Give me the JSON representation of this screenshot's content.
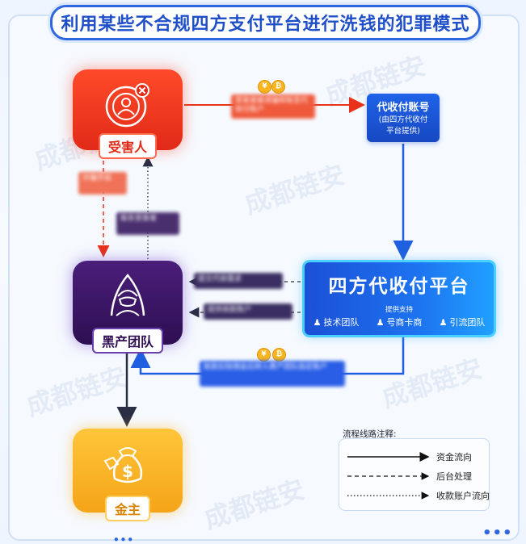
{
  "title": "利用某些不合规四方支付平台进行洗钱的犯罪模式",
  "watermark": "成都链安",
  "nodes": {
    "victim": {
      "label": "受害人",
      "icon": "victim-target-icon"
    },
    "gang": {
      "label": "黑产团队",
      "icon": "hooded-hacker-icon"
    },
    "boss": {
      "label": "金主",
      "icon": "money-bag-hand-icon"
    }
  },
  "account": {
    "title": "代收付账号",
    "subtitle_line1": "(由四方代收付",
    "subtitle_line2": "平台提供)"
  },
  "platform": {
    "title": "四方代收付平台",
    "support": "提供支持",
    "teams": [
      "技术团队",
      "号商卡商",
      "引流团队"
    ]
  },
  "blurred": {
    "victim_to_account": "受害者被诱骗转账至代收付账户",
    "victim_tag": "诈骗手段",
    "gang_to_victim": "黑产团队实施诈骗",
    "gang_up": "联系受害者",
    "platform_left_top": "提交代收需求",
    "platform_left_bottom": "提供收款账户",
    "platform_to_gang": "赃款扣除佣金后转入黑产团队指定账户"
  },
  "coins": {
    "yuan": "¥",
    "bitcoin": "₿"
  },
  "legend": {
    "title": "流程线路注释:",
    "items": [
      {
        "label": "资金流向",
        "style": "solid"
      },
      {
        "label": "后台处理",
        "style": "dashed"
      },
      {
        "label": "收款账户流向",
        "style": "dotted"
      }
    ]
  },
  "colors": {
    "blue": "#1f5fe0",
    "victim_red": "#e8321c",
    "gang_purple": "#3a1563",
    "boss_yellow": "#f8b52a",
    "arrow_red": "#e8321c",
    "arrow_dark": "#2a2f45"
  }
}
